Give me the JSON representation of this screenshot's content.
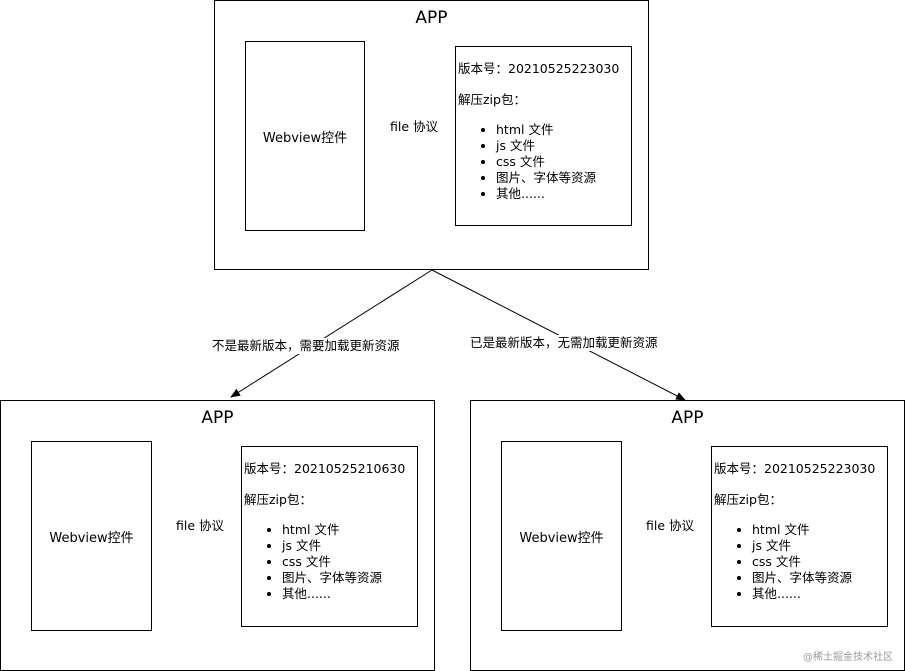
{
  "panels": [
    {
      "title": "APP",
      "webview_label": "Webview控件",
      "arrow_label": "file 协议",
      "version_text": "版本号：20210525223030",
      "unzip_text": "解压zip包：",
      "files": [
        "html 文件",
        "js 文件",
        "css 文件",
        "图片、字体等资源",
        "其他......"
      ]
    },
    {
      "title": "APP",
      "webview_label": "Webview控件",
      "arrow_label": "file 协议",
      "version_text": "版本号：20210525210630",
      "unzip_text": "解压zip包：",
      "files": [
        "html 文件",
        "js 文件",
        "css 文件",
        "图片、字体等资源",
        "其他......"
      ]
    },
    {
      "title": "APP",
      "webview_label": "Webview控件",
      "arrow_label": "file 协议",
      "version_text": "版本号：20210525223030",
      "unzip_text": "解压zip包：",
      "files": [
        "html 文件",
        "js 文件",
        "css 文件",
        "图片、字体等资源",
        "其他......"
      ]
    }
  ],
  "branches": {
    "left_label": "不是最新版本，需要加载更新资源",
    "right_label": "已是最新版本，无需加载更新资源"
  },
  "watermark": "@稀土掘金技术社区"
}
